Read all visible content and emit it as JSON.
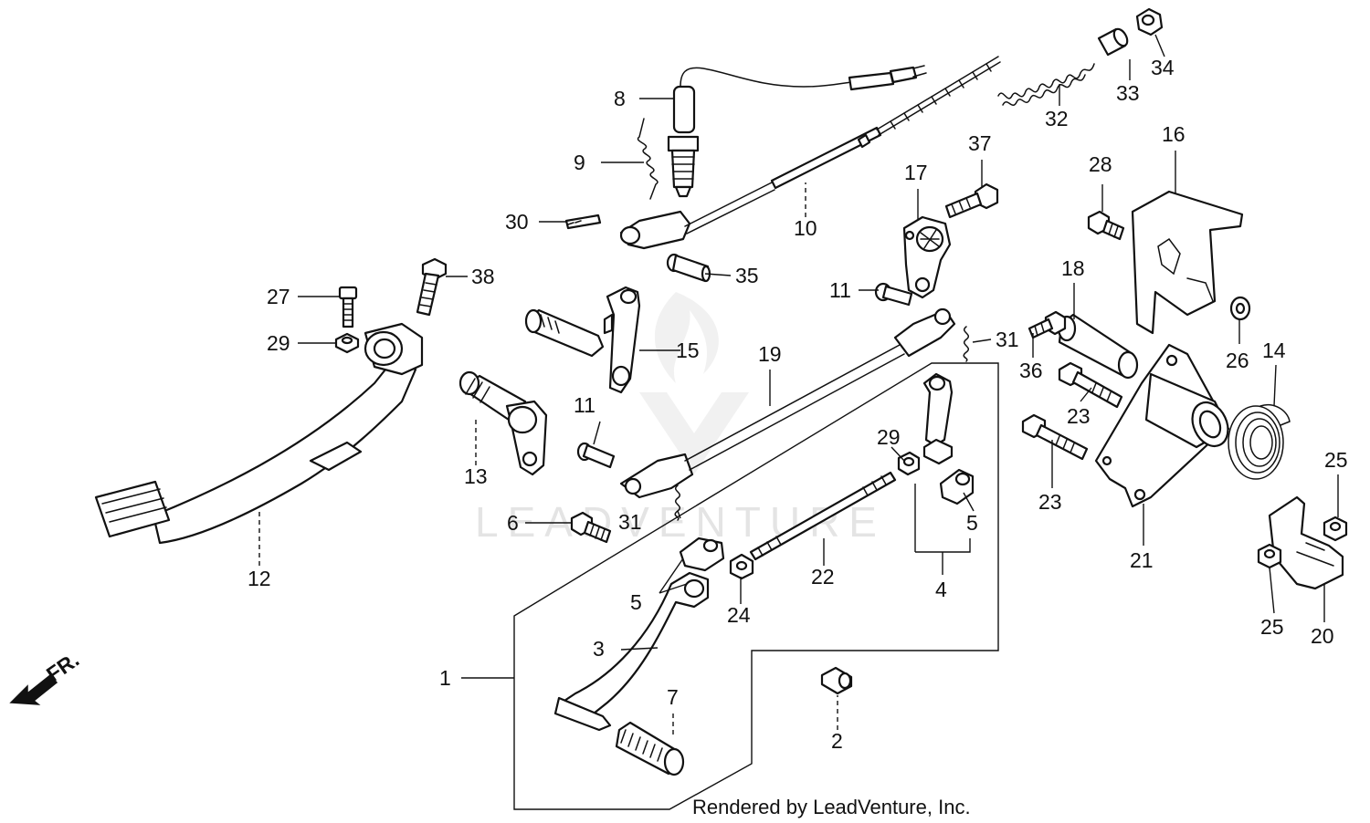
{
  "watermark": "LEADVENTURE",
  "footer": "Rendered by LeadVenture, Inc.",
  "direction_label": "FR.",
  "callouts": {
    "c1": "1",
    "c2": "2",
    "c3": "3",
    "c4": "4",
    "c5a": "5",
    "c5b": "5",
    "c6": "6",
    "c7": "7",
    "c8": "8",
    "c9": "9",
    "c10": "10",
    "c11a": "11",
    "c11b": "11",
    "c12": "12",
    "c13": "13",
    "c14": "14",
    "c15": "15",
    "c16": "16",
    "c17": "17",
    "c18": "18",
    "c19": "19",
    "c20": "20",
    "c21": "21",
    "c22": "22",
    "c23a": "23",
    "c23b": "23",
    "c24": "24",
    "c25a": "25",
    "c25b": "25",
    "c26": "26",
    "c27": "27",
    "c28": "28",
    "c29a": "29",
    "c29b": "29",
    "c30": "30",
    "c31a": "31",
    "c31b": "31",
    "c32": "32",
    "c33": "33",
    "c34": "34",
    "c35": "35",
    "c36": "36",
    "c37": "37",
    "c38": "38"
  }
}
